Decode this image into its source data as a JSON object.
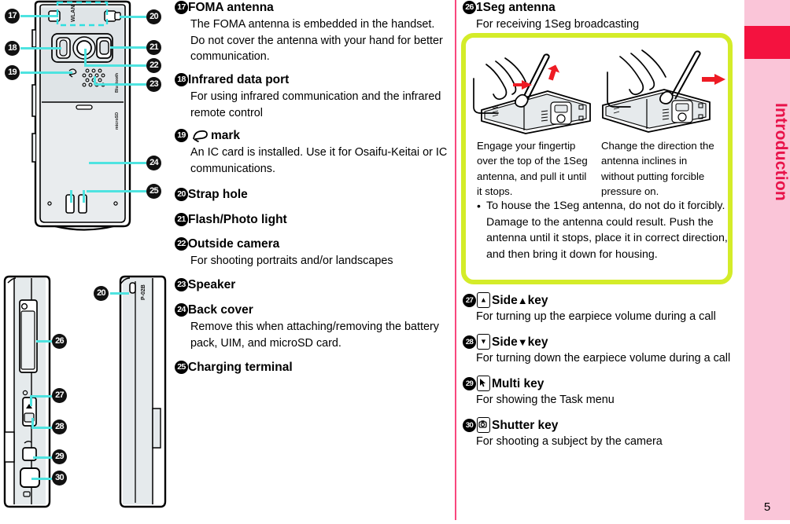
{
  "page": {
    "number": "5",
    "tab_label": "Introduction"
  },
  "colors": {
    "tab_pink": "#fac5d8",
    "tab_red": "#f4123f",
    "tab_text": "#e8124a",
    "divider_pink": "#f9477e",
    "callout_cyan": "#4ee3e0",
    "green_border": "#d4ec29",
    "arrow_red": "#ee1b24"
  },
  "middle_column": {
    "entries": [
      {
        "num": "17",
        "title": "FOMA antenna",
        "body": "The FOMA antenna is embedded in the handset. Do not cover the antenna with your hand for better communication."
      },
      {
        "num": "18",
        "title": "Infrared data port",
        "body": "For using infrared communication and the infrared remote control"
      },
      {
        "num": "19",
        "title": "mark",
        "icon": "felica-mark-icon",
        "body": "An IC card is installed. Use it for Osaifu-Keitai or IC communications."
      },
      {
        "num": "20",
        "title": "Strap hole",
        "body": ""
      },
      {
        "num": "21",
        "title": "Flash/Photo light",
        "body": ""
      },
      {
        "num": "22",
        "title": "Outside camera",
        "body": "For shooting portraits and/or landscapes"
      },
      {
        "num": "23",
        "title": "Speaker",
        "body": ""
      },
      {
        "num": "24",
        "title": "Back cover",
        "body": "Remove this when attaching/removing the battery pack, UIM, and microSD card."
      },
      {
        "num": "25",
        "title": "Charging terminal",
        "body": ""
      }
    ]
  },
  "right_column": {
    "entry26": {
      "num": "26",
      "title": "1Seg antenna",
      "body": "For receiving 1Seg broadcasting"
    },
    "green_box": {
      "caption_left": "Engage your fingertip over the top of the 1Seg antenna, and pull it until it stops.",
      "caption_right": "Change the direction the antenna inclines in without putting forcible pressure on.",
      "bullet_marker": "•",
      "bullet_text": "To house the 1Seg antenna, do not do it forcibly. Damage to the antenna could result. Push the antenna until it stops, place it in correct direction, and then bring it down for housing."
    },
    "entries": [
      {
        "num": "27",
        "key_glyph": "▲",
        "title_pre": "Side ",
        "title_arrow": "▲",
        "title_post": " key",
        "body": "For turning up the earpiece volume during a call"
      },
      {
        "num": "28",
        "key_glyph": "▼",
        "title_pre": "Side ",
        "title_arrow": "▼",
        "title_post": " key",
        "body": "For turning down the earpiece volume during a call"
      },
      {
        "num": "29",
        "key_glyph": "multi-key-icon",
        "title_pre": "Multi key",
        "title_arrow": "",
        "title_post": "",
        "body": "For showing the Task menu"
      },
      {
        "num": "30",
        "key_glyph": "shutter-key-icon",
        "title_pre": "Shutter key",
        "title_arrow": "",
        "title_post": "",
        "body": "For shooting a subject by the camera"
      }
    ]
  },
  "diagrams": {
    "back_view": {
      "name": "phone-back-view",
      "markers_left": [
        "17",
        "18",
        "19"
      ],
      "markers_right": [
        "20",
        "21",
        "22",
        "23",
        "24",
        "25"
      ],
      "labels": [
        "WLAN",
        "Bluetooth",
        "microSD"
      ]
    },
    "side_view": {
      "name": "phone-left-side-view",
      "markers": [
        "26",
        "27",
        "28",
        "29",
        "30"
      ]
    },
    "right_side_view": {
      "name": "phone-right-side-view",
      "markers": [
        "20"
      ],
      "model_text": "P-02B"
    }
  }
}
